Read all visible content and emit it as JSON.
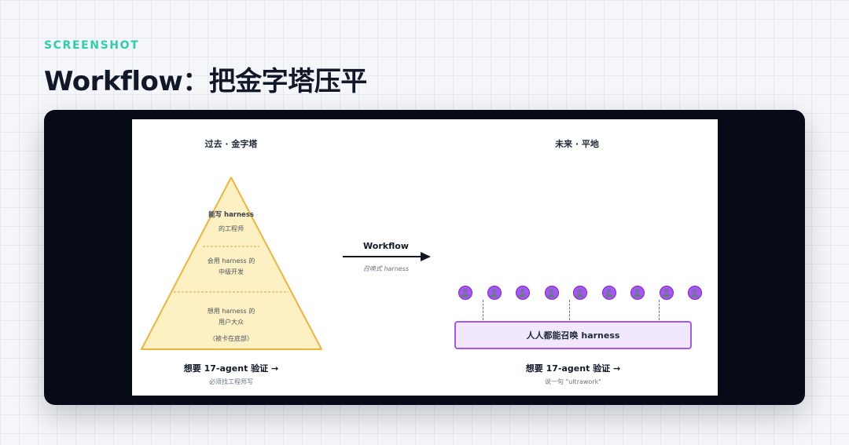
{
  "header": {
    "eyebrow": "SCREENSHOT",
    "title": "Workflow：把金字塔压平"
  },
  "diagram": {
    "left": {
      "title": "过去 · 金字塔",
      "tiers": [
        {
          "line1": "能写 harness",
          "line2": "的工程师"
        },
        {
          "line1": "会用 harness 的",
          "line2": "中级开发"
        },
        {
          "line1": "想用 harness 的",
          "line2": "用户大众",
          "line3": "（被卡在底部）"
        }
      ],
      "footer": "想要 17-agent 验证 →",
      "footer_sub": "必须找工程师写"
    },
    "middle": {
      "label": "Workflow",
      "sub": "召唤式 harness"
    },
    "right": {
      "title": "未来 · 平地",
      "agent_count": 9,
      "bar_label": "人人都能召唤 harness",
      "footer": "想要 17-agent 验证 →",
      "footer_sub": "说一句 \"ultrawork\""
    },
    "colors": {
      "pyramid_fill": "#fdf0c2",
      "pyramid_stroke": "#f0b43c",
      "agent": "#a855f7",
      "bar_fill": "#f1e8fd",
      "accent": "#2ecfa8"
    }
  }
}
